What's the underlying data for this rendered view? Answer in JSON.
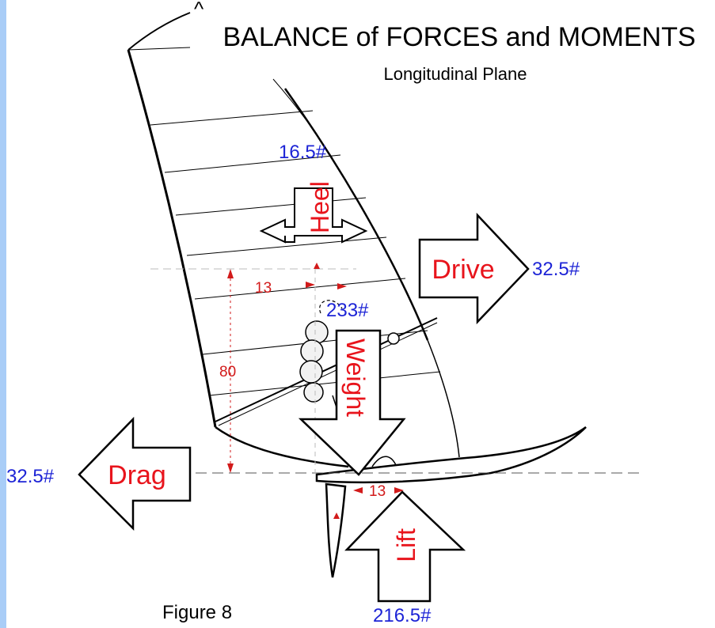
{
  "title": "BALANCE of FORCES and MOMENTS",
  "subtitle": "Longitudinal Plane",
  "figure_label": "Figure 8",
  "forces": {
    "heel": {
      "label": "Heel",
      "value": "16.5#"
    },
    "drive": {
      "label": "Drive",
      "value": "32.5#"
    },
    "weight": {
      "label": "Weight",
      "value": "233#"
    },
    "drag": {
      "label": "Drag",
      "value": "32.5#"
    },
    "lift": {
      "label": "Lift",
      "value": "216.5#"
    }
  },
  "dimensions": {
    "horizontal_upper": "13",
    "vertical": "80",
    "horizontal_lower": "13"
  },
  "colors": {
    "force_label": "#e8141c",
    "value_label": "#1d24d6",
    "dimension": "#d21a1a",
    "ink": "#000000",
    "sidebar": "#a9cdf7"
  }
}
